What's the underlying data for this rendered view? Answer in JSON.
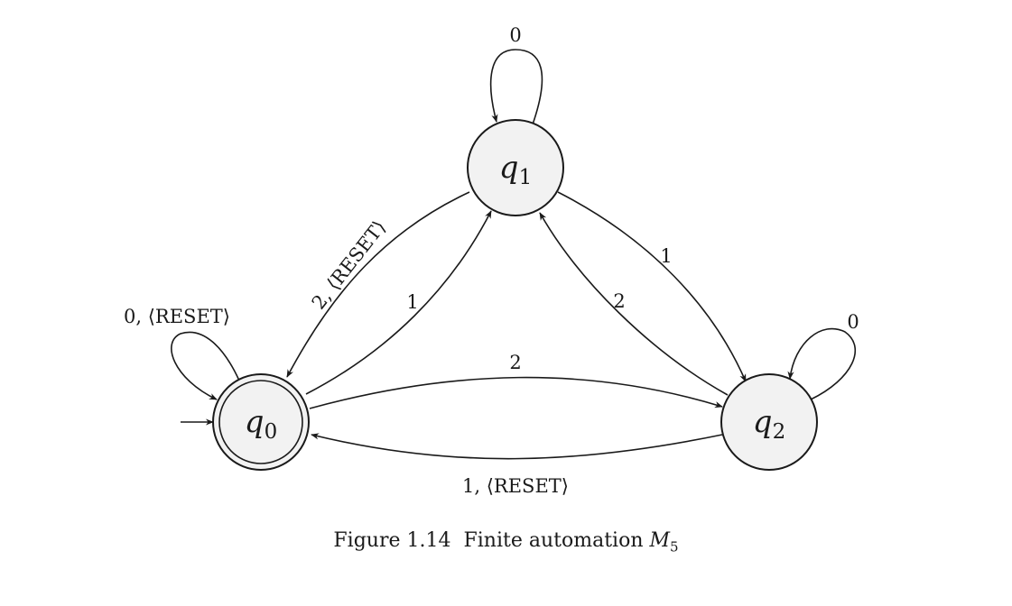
{
  "diagram": {
    "states": {
      "q0": {
        "name": "q",
        "sub": "0"
      },
      "q1": {
        "name": "q",
        "sub": "1"
      },
      "q2": {
        "name": "q",
        "sub": "2"
      }
    },
    "edges": {
      "q1_loop": "0",
      "q1_to_q0": "2, ⟨RESET⟩",
      "q0_to_q1": "1",
      "q0_loop": "0, ⟨RESET⟩",
      "q1_to_q2": "1",
      "q2_to_q1": "2",
      "q2_loop": "0",
      "q0_to_q2": "2",
      "q2_to_q0": "1, ⟨RESET⟩"
    }
  },
  "caption": {
    "prefix": "Figure 1.14",
    "text": "Finite automation",
    "symbol": "M",
    "symbol_sub": "5"
  }
}
